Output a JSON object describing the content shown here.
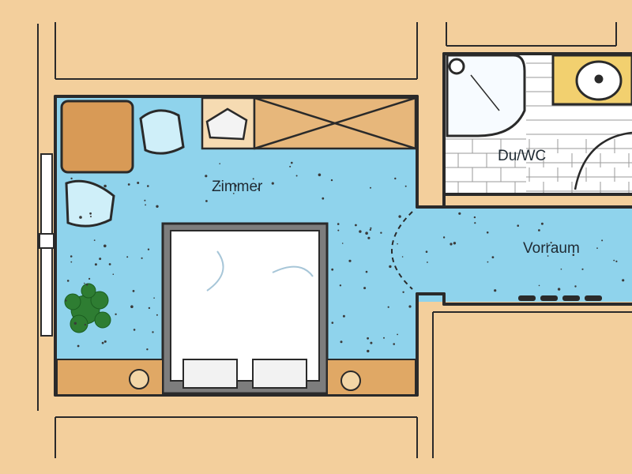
{
  "rooms": {
    "zimmer": "Zimmer",
    "duwc": "Du/WC",
    "vorraum": "Vorraum"
  },
  "colors": {
    "background": "#f3cf9c",
    "floor": "#8fd3ec",
    "wall": "#2a2a2a",
    "furniture": "#e7b77b",
    "bed": "#ffffff",
    "tiles": "#ffffff",
    "plant": "#2e7d32"
  },
  "icons": [
    "table-icon",
    "chair-icon",
    "wardrobe-icon",
    "bed-icon",
    "plant-icon",
    "nightstand-icon",
    "shower-icon",
    "sink-icon",
    "door-icon"
  ]
}
